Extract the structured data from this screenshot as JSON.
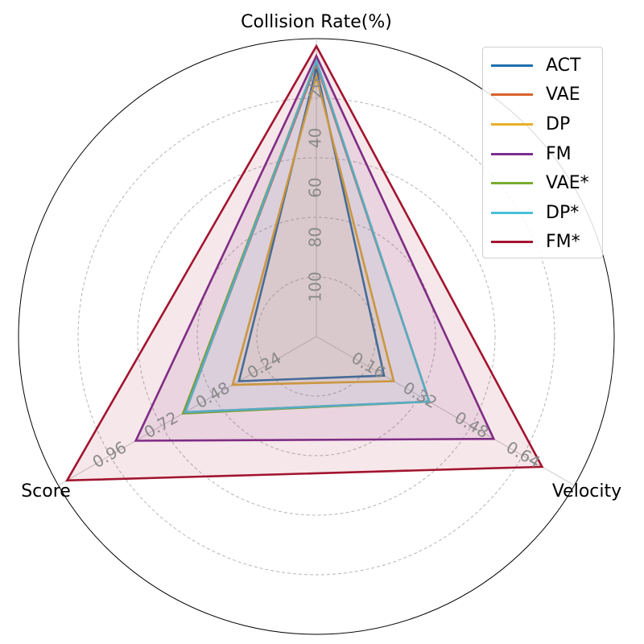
{
  "chart_data": {
    "type": "radar",
    "axes": [
      {
        "label": "Collision Rate(%)",
        "ticks": [
          "20",
          "40",
          "60",
          "80",
          "100"
        ],
        "range": [
          120,
          0
        ],
        "inverted": true
      },
      {
        "label": "Velocity",
        "ticks": [
          "0.16",
          "0.32",
          "0.48",
          "0.64"
        ],
        "range": [
          0,
          0.8
        ]
      },
      {
        "label": "Score",
        "ticks": [
          "0.24",
          "0.48",
          "0.72",
          "0.96"
        ],
        "range": [
          0,
          1.2
        ]
      }
    ],
    "grid": true,
    "legend_position": "top-right",
    "series": [
      {
        "name": "ACT",
        "color": "#1f6fae",
        "values": [
          12,
          0.21,
          0.36
        ],
        "fill": false
      },
      {
        "name": "VAE",
        "color": "#d9632b",
        "values": [
          10,
          0.35,
          0.61
        ],
        "fill": false
      },
      {
        "name": "DP",
        "color": "#e8b128",
        "values": [
          15,
          0.24,
          0.39
        ],
        "fill": true
      },
      {
        "name": "FM",
        "color": "#7b2f8e",
        "values": [
          7,
          0.55,
          0.84
        ],
        "fill": true
      },
      {
        "name": "VAE*",
        "color": "#77ac30",
        "values": [
          9,
          0.35,
          0.62
        ],
        "fill": false
      },
      {
        "name": "DP*",
        "color": "#4dbfd9",
        "values": [
          9,
          0.35,
          0.61
        ],
        "fill": true
      },
      {
        "name": "FM*",
        "color": "#a2142f",
        "values": [
          3,
          0.7,
          1.16
        ],
        "fill": true
      }
    ]
  }
}
